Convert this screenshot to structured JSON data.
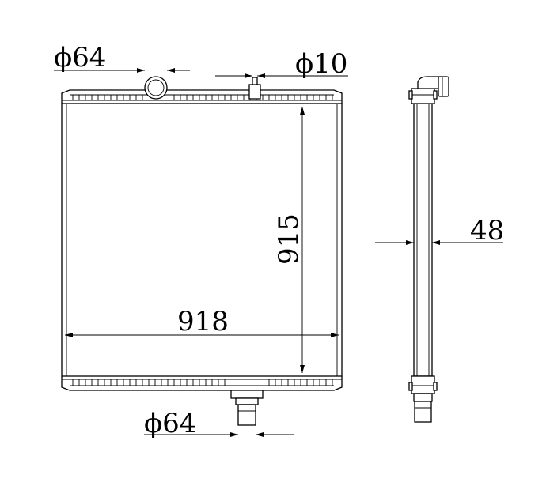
{
  "dimensions": {
    "top_inlet_diameter": "ϕ64",
    "vent_diameter": "ϕ10",
    "height": "915",
    "width": "918",
    "bottom_outlet_diameter": "ϕ64",
    "core_thickness": "48"
  }
}
